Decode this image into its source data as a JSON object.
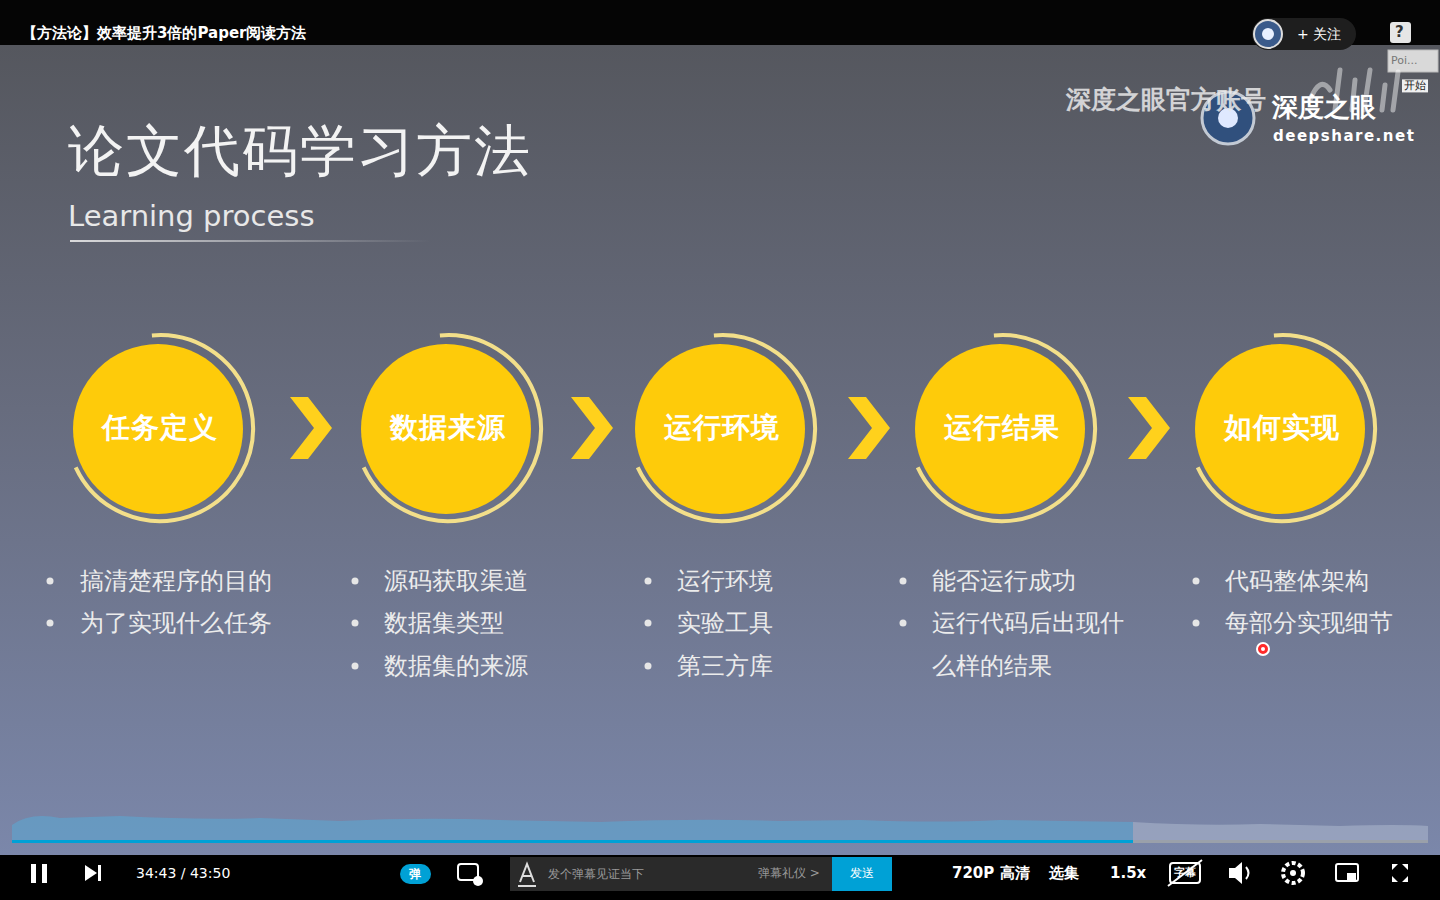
{
  "diagram": {
    "title": "论文代码学习方法",
    "nodes": [
      {
        "text": [
          "任务定义"
        ]
      },
      {
        "text": [
          "数据来源"
        ]
      },
      {
        "text": [
          "运行环境"
        ]
      },
      {
        "text": [
          "运行结果"
        ]
      },
      {
        "text": [
          "如何实现"
        ]
      }
    ],
    "edges": [
      {
        "from": 0,
        "to": 1,
        "arrow": "to"
      },
      {
        "from": 1,
        "to": 2,
        "arrow": "to"
      },
      {
        "from": 2,
        "to": 3,
        "arrow": "to"
      },
      {
        "from": 3,
        "to": 4,
        "arrow": "to"
      }
    ],
    "labels": [
      "【方法论】效率提升3倍的Paper阅读方法",
      "+ 关注",
      "?",
      "Poi...",
      "开始",
      "深度之眼官方账号",
      "深度之眼",
      "deepshare.net",
      "Learning process",
      "搞清楚程序的目的",
      "为了实现什么任务",
      "源码获取渠道",
      "数据集类型",
      "数据集的来源",
      "运行环境",
      "实验工具",
      "第三方库",
      "能否运行成功",
      "运行代码后出现什么样的结果",
      "代码整体架构",
      "每部分实现细节",
      "34:43 / 43:50",
      "弹",
      "发个弹幕见证当下",
      "弹幕礼仪 >",
      "发送",
      "720P 高清",
      "选集",
      "1.5x",
      "字幕"
    ]
  }
}
